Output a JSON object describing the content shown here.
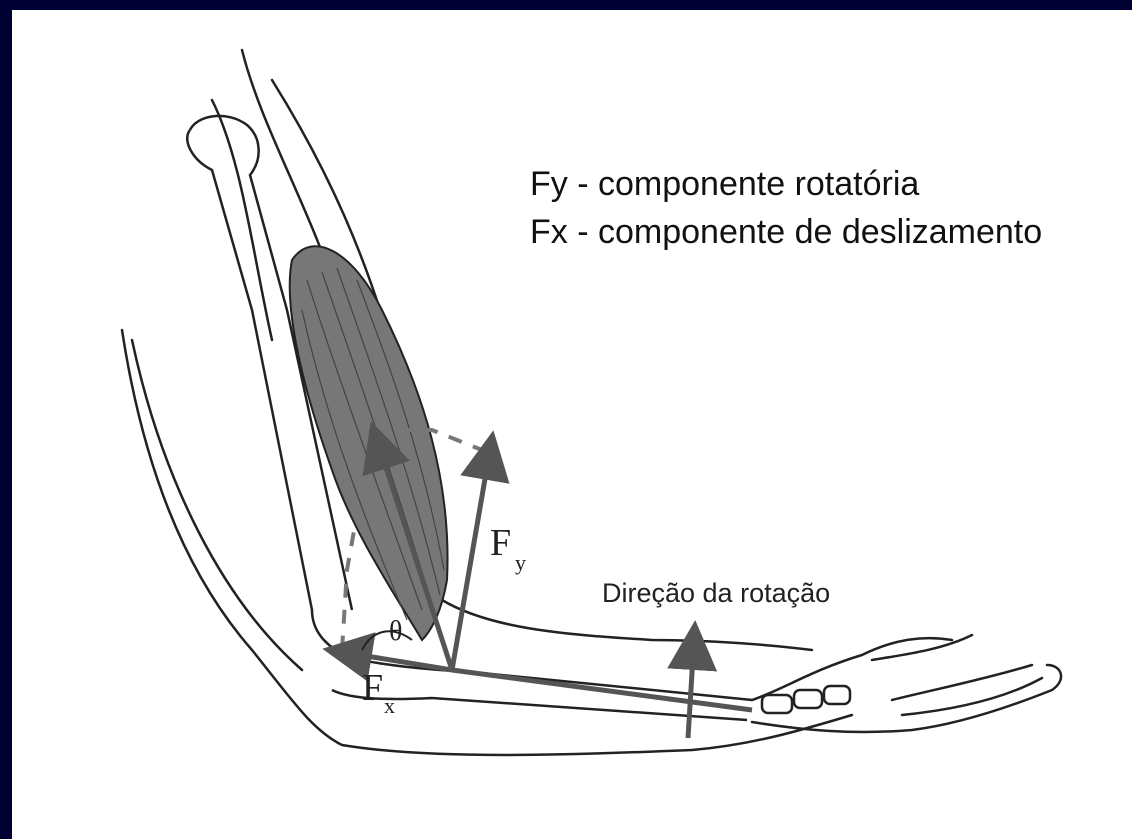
{
  "legend": {
    "line1": "Fy - componente rotatória",
    "line2": "Fx - componente de deslizamento"
  },
  "labels": {
    "fy_main": "F",
    "fy_sub": "y",
    "fx_main": "F",
    "fx_sub": "x",
    "theta": "θ",
    "rotation": "Direção da rotação"
  },
  "colors": {
    "frame": "#000033",
    "background": "#ffffff",
    "ink": "#222222",
    "vector": "#555555",
    "muscle": "#777777"
  }
}
